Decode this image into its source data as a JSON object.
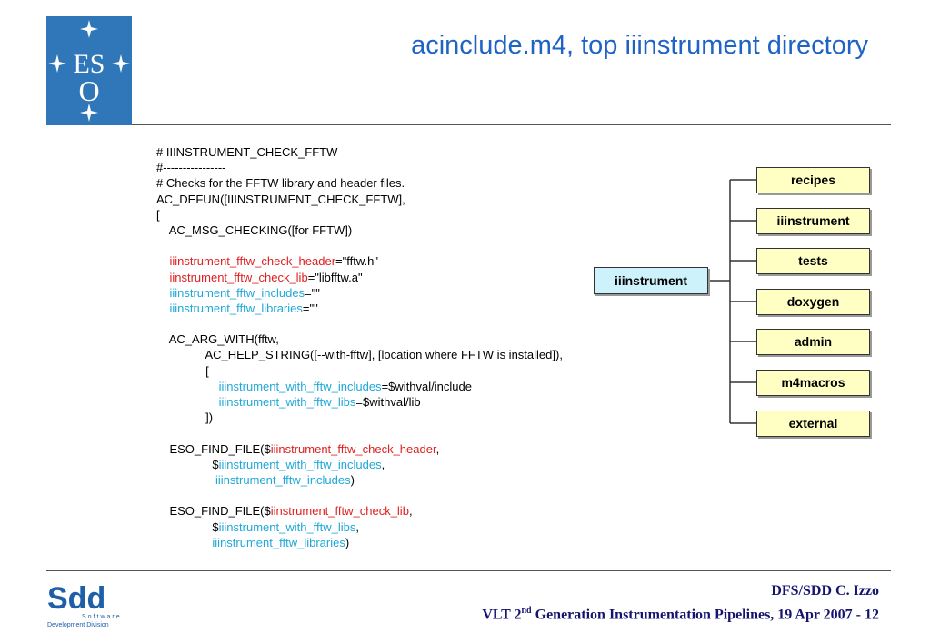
{
  "slide": {
    "title": "acinclude.m4, top iiinstrument directory"
  },
  "logo": {
    "text_line1": "ES",
    "text_line2": "O"
  },
  "code_lines": [
    {
      "parts": [
        {
          "t": "# IIINSTRUMENT_CHECK_FFTW",
          "c": "k"
        }
      ]
    },
    {
      "parts": [
        {
          "t": "#----------------",
          "c": "k"
        }
      ]
    },
    {
      "parts": [
        {
          "t": "# Checks for the FFTW library and header files.",
          "c": "k"
        }
      ]
    },
    {
      "parts": [
        {
          "t": "AC_DEFUN([IIINSTRUMENT_CHECK_FFTW],",
          "c": "k"
        }
      ]
    },
    {
      "parts": [
        {
          "t": "[",
          "c": "k"
        }
      ]
    },
    {
      "parts": [
        {
          "t": "    AC_MSG_CHECKING([for FFTW])",
          "c": "k"
        }
      ]
    },
    {
      "parts": [
        {
          "t": "",
          "c": "k"
        }
      ]
    },
    {
      "parts": [
        {
          "t": "    ",
          "c": "k"
        },
        {
          "t": "iiinstrument_fftw_check_header",
          "c": "r"
        },
        {
          "t": "=\"fftw.h\"",
          "c": "k"
        }
      ]
    },
    {
      "parts": [
        {
          "t": "    ",
          "c": "k"
        },
        {
          "t": "iinstrument_fftw_check_lib",
          "c": "r"
        },
        {
          "t": "=\"libfftw.a\"",
          "c": "k"
        }
      ]
    },
    {
      "parts": [
        {
          "t": "    ",
          "c": "k"
        },
        {
          "t": "iiinstrument_fftw_includes",
          "c": "c"
        },
        {
          "t": "=\"\"",
          "c": "k"
        }
      ]
    },
    {
      "parts": [
        {
          "t": "    ",
          "c": "k"
        },
        {
          "t": "iiinstrument_fftw_libraries",
          "c": "c"
        },
        {
          "t": "=\"\"",
          "c": "k"
        }
      ]
    },
    {
      "parts": [
        {
          "t": "",
          "c": "k"
        }
      ]
    },
    {
      "parts": [
        {
          "t": "    AC_ARG_WITH(fftw,",
          "c": "k"
        }
      ]
    },
    {
      "parts": [
        {
          "t": "               AC_HELP_STRING([--with-fftw], [location where FFTW is installed]),",
          "c": "k"
        }
      ]
    },
    {
      "parts": [
        {
          "t": "               [",
          "c": "k"
        }
      ]
    },
    {
      "parts": [
        {
          "t": "                   ",
          "c": "k"
        },
        {
          "t": "iiinstrument_with_fftw_includes",
          "c": "c"
        },
        {
          "t": "=$withval/include",
          "c": "k"
        }
      ]
    },
    {
      "parts": [
        {
          "t": "                   ",
          "c": "k"
        },
        {
          "t": "iiinstrument_with_fftw_libs",
          "c": "c"
        },
        {
          "t": "=$withval/lib",
          "c": "k"
        }
      ]
    },
    {
      "parts": [
        {
          "t": "               ])",
          "c": "k"
        }
      ]
    },
    {
      "parts": [
        {
          "t": "",
          "c": "k"
        }
      ]
    },
    {
      "parts": [
        {
          "t": "    ESO_FIND_FILE($",
          "c": "k"
        },
        {
          "t": "iiinstrument_fftw_check_header",
          "c": "r"
        },
        {
          "t": ",",
          "c": "k"
        }
      ]
    },
    {
      "parts": [
        {
          "t": "                 $",
          "c": "k"
        },
        {
          "t": "iiinstrument_with_fftw_includes",
          "c": "c"
        },
        {
          "t": ",",
          "c": "k"
        }
      ]
    },
    {
      "parts": [
        {
          "t": "                  ",
          "c": "k"
        },
        {
          "t": "iiinstrument_fftw_includes",
          "c": "c"
        },
        {
          "t": ")",
          "c": "k"
        }
      ]
    },
    {
      "parts": [
        {
          "t": "",
          "c": "k"
        }
      ]
    },
    {
      "parts": [
        {
          "t": "    ESO_FIND_FILE($",
          "c": "k"
        },
        {
          "t": "iinstrument_fftw_check_lib",
          "c": "r"
        },
        {
          "t": ",",
          "c": "k"
        }
      ]
    },
    {
      "parts": [
        {
          "t": "                 $",
          "c": "k"
        },
        {
          "t": "iiinstrument_with_fftw_libs",
          "c": "c"
        },
        {
          "t": ",",
          "c": "k"
        }
      ]
    },
    {
      "parts": [
        {
          "t": "                 ",
          "c": "k"
        },
        {
          "t": "iiinstrument_fftw_libraries",
          "c": "c"
        },
        {
          "t": ")",
          "c": "k"
        }
      ]
    }
  ],
  "tree": {
    "root": "iiinstrument",
    "children": [
      "recipes",
      "iiinstrument",
      "tests",
      "doxygen",
      "admin",
      "m4macros",
      "external"
    ]
  },
  "footer": {
    "logo_main": "Sdd",
    "logo_sub1": "Software",
    "logo_sub2": "Development Division",
    "author": "DFS/SDD C. Izzo",
    "line2_pre": "VLT 2",
    "line2_sup": "nd",
    "line2_post": " Generation Instrumentation Pipelines, 19 Apr 2007 - 12"
  },
  "colors": {
    "title": "#1f64c4",
    "red_identifier": "#e02020",
    "cyan_identifier": "#1fa8d8",
    "root_box": "#cdf2fb",
    "child_box": "#ffffc4",
    "eso_blue": "#2f77b8",
    "footer_text": "#14146e"
  }
}
